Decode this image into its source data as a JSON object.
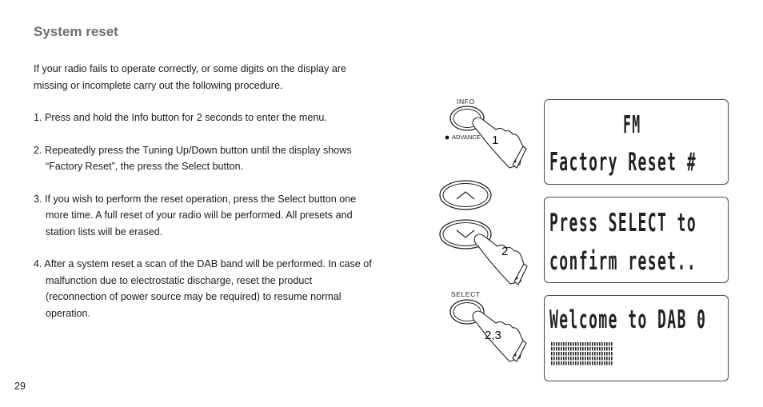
{
  "page": {
    "title": "System reset",
    "intro": "If your radio fails to operate correctly, or some digits on the display are missing or incomplete carry out the following procedure.",
    "steps": [
      "1. Press and hold the Info button for 2 seconds to enter the menu.",
      "2. Repeatedly press the Tuning Up/Down button until the display shows “Factory Reset”, the press the Select button.",
      "3. If you wish to perform the reset operation, press the Select button one more time. A full reset of your radio will be  performed. All presets and station lists will be erased.",
      "4. After a system reset a scan of the DAB band will be performed. In case of malfunction due to electrostatic discharge, reset the product (reconnection of power source may be required) to resume normal operation."
    ],
    "page_number": "29"
  },
  "figure": {
    "info_label": "INFO",
    "advance_label": "ADVANCE",
    "select_label": "SELECT",
    "callout_1": "1",
    "callout_2": "2",
    "callout_3": "2,3",
    "displays": [
      {
        "line1": "FM",
        "line2": "Factory Reset #"
      },
      {
        "line1": "Press SELECT to",
        "line2": "confirm reset.."
      },
      {
        "line1": "Welcome to DAB 0",
        "line2": ""
      }
    ]
  }
}
